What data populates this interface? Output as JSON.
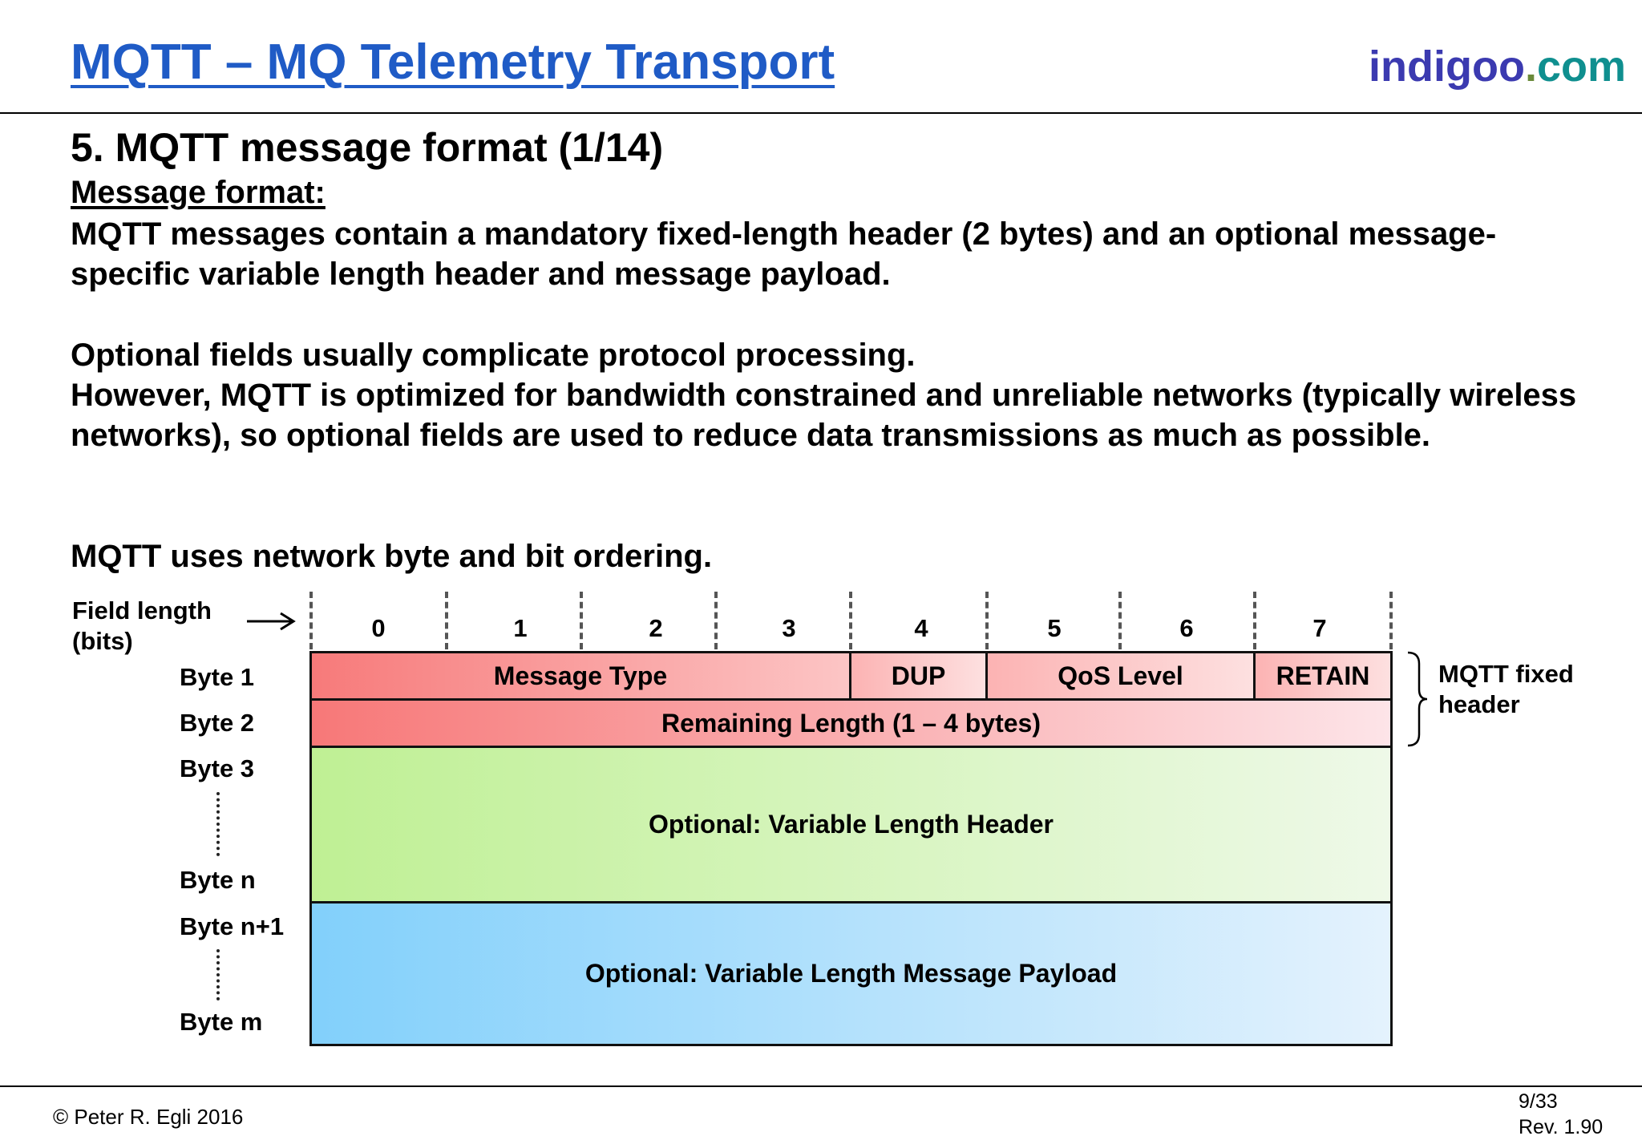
{
  "header": {
    "deck_title": "MQTT – MQ Telemetry Transport",
    "brand_part1": "indigoo",
    "brand_part2": ".",
    "brand_part3": "com"
  },
  "slide": {
    "title": "5. MQTT message format (1/14)",
    "sub_heading": "Message format:",
    "paragraph1": "MQTT messages contain a mandatory fixed-length header (2 bytes) and an optional message-specific variable length header and message payload.",
    "paragraph2_line1": "Optional fields usually complicate protocol processing.",
    "paragraph2_line2": "However, MQTT is optimized for bandwidth constrained and unreliable networks (typically wireless networks), so optional fields are used to reduce data transmissions as much as possible.",
    "paragraph3": "MQTT uses network byte and bit ordering."
  },
  "diagram": {
    "field_length_line1": "Field length",
    "field_length_line2": "(bits)",
    "bits": [
      "0",
      "1",
      "2",
      "3",
      "4",
      "5",
      "6",
      "7"
    ],
    "row_labels": {
      "byte1": "Byte 1",
      "byte2": "Byte 2",
      "byte3": "Byte 3",
      "byten": "Byte n",
      "byten1": "Byte n+1",
      "bytem": "Byte m"
    },
    "fields": {
      "message_type": "Message Type",
      "dup": "DUP",
      "qos_level": "QoS Level",
      "retain": "RETAIN",
      "remaining_length": "Remaining Length (1 – 4 bytes)",
      "variable_header": "Optional: Variable Length Header",
      "payload": "Optional: Variable Length Message Payload"
    },
    "fixed_header_line1": "MQTT fixed",
    "fixed_header_line2": "header",
    "colors": {
      "fixed_header": "#f77a7a",
      "variable_header": "#bff094",
      "payload": "#82d0fb"
    }
  },
  "footer": {
    "copyright": "© Peter R. Egli 2016",
    "page": "9/33",
    "revision": "Rev. 1.90"
  }
}
